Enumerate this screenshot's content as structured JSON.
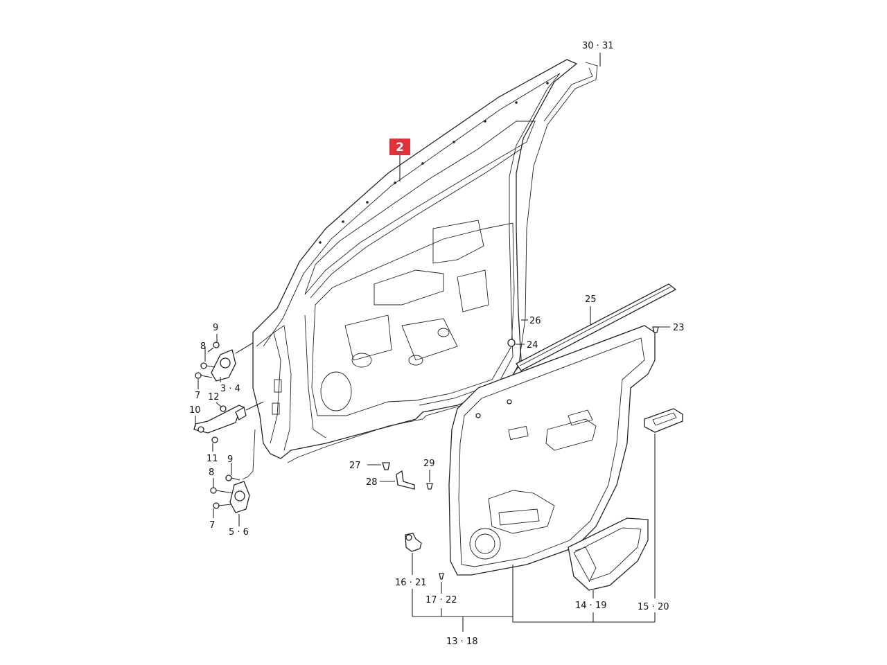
{
  "highlight": {
    "label": "2",
    "color": "#e0323a"
  },
  "callouts": {
    "c30_31": "30 · 31",
    "c26": "26",
    "c25": "25",
    "c23": "23",
    "c24": "24",
    "c9a": "9",
    "c8a": "8",
    "c3_4": "3 · 4",
    "c7a": "7",
    "c12": "12",
    "c10": "10",
    "c11": "11",
    "c9b": "9",
    "c8b": "8",
    "c7b": "7",
    "c5_6": "5 · 6",
    "c27": "27",
    "c28": "28",
    "c29": "29",
    "c16_21": "16 · 21",
    "c17_22": "17 · 22",
    "c13_18": "13 · 18",
    "c14_19": "14 · 19",
    "c15_20": "15 · 20"
  }
}
